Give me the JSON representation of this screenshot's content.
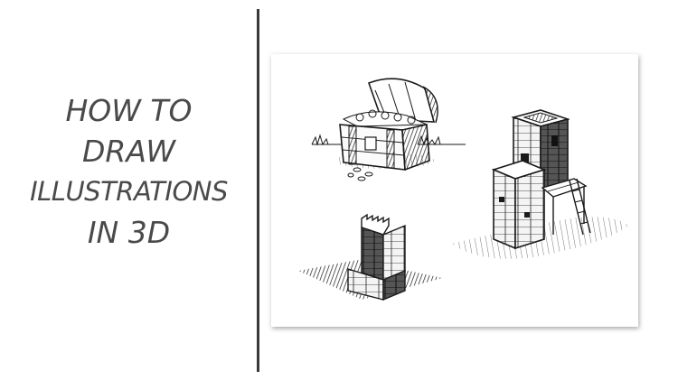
{
  "title": {
    "lines": [
      "HOW TO",
      "DRAW",
      "ILLUSTRATIONS",
      "IN 3D"
    ]
  },
  "illustration": {
    "icons": [
      "treasure-chest-icon",
      "stone-tower-icon",
      "castle-turret-icon"
    ]
  },
  "colors": {
    "ink": "#1a1a1a",
    "title_text": "#4a4a4a",
    "divider": "#3a3a3a",
    "background": "#ffffff"
  }
}
